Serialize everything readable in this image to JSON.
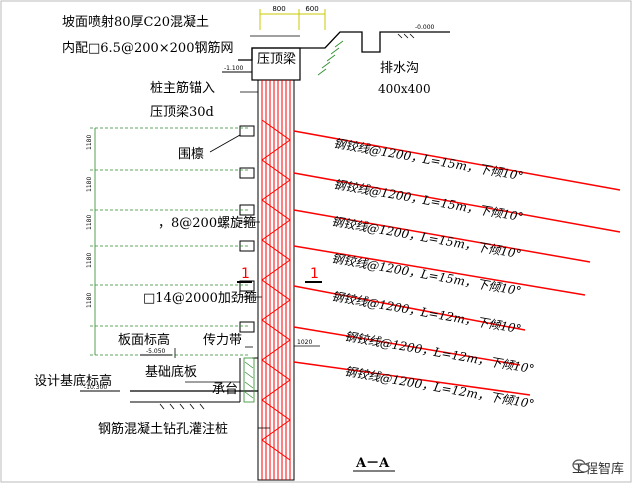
{
  "labels": {
    "slope_cover": "坡面喷射80厚C20混凝土",
    "mesh": "内配□6.5@200×200钢筋网",
    "crown_beam": "压顶梁",
    "drain": "排水沟",
    "drain_size": "400x400",
    "anchor_line1": "桩主筋锚入",
    "anchor_line2": "压顶梁30d",
    "waling": "围檩",
    "spiral": "，8@200螺旋箍",
    "stiffener": "□14@2000加劲箍",
    "slab_elev": "板面标高",
    "force_belt": "传力带",
    "design_base": "设计基底标高",
    "raft": "基础底板",
    "cap": "承台",
    "pile": "钢筋混凝土钻孔灌注桩",
    "section": "A－A",
    "section_mark": "1",
    "dim_top_left": "800",
    "dim_top_right": "600",
    "elev_top": "-0.000",
    "elev_left": "-1.100",
    "elev_slab": "-5.050",
    "elev_base": "-10.300",
    "dim_1020": "1020",
    "dim_left_1": "1180",
    "dim_left_2": "1180",
    "dim_left_3": "1180",
    "dim_left_4": "1180",
    "dim_left_5": "1180"
  },
  "anchors": [
    "钢铰线@1200，L=15m，下倾10°",
    "钢铰线@1200，L=15m，下倾10°",
    "钢铰线@1200，L=15m，下倾10°",
    "钢铰线@1200，L=15m，下倾10°",
    "钢铰线@1200，L=12m，下倾10°",
    "钢铰线@1200，L=12m，下倾10°",
    "钢铰线@1200，L=12m，下倾10°"
  ],
  "brand": {
    "name": "工程智库",
    "icon": "wechat-icon"
  },
  "colors": {
    "red": "#ff0000",
    "green": "#2a8a2a",
    "black": "#000000",
    "yellow": "#d8d400"
  }
}
